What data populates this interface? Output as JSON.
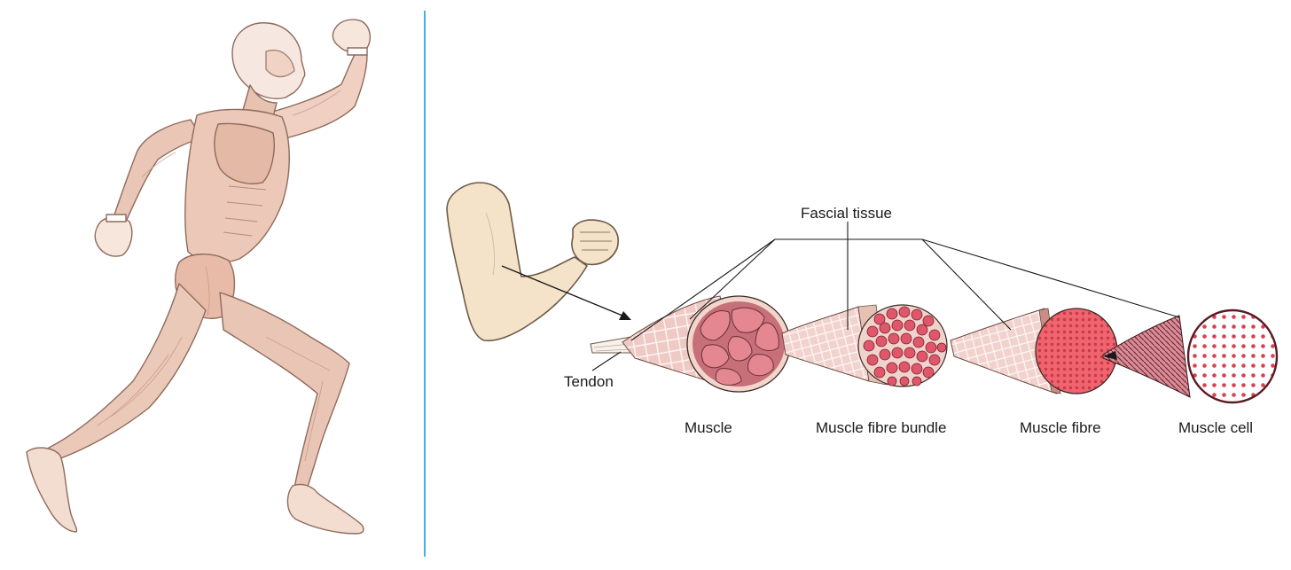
{
  "labels": {
    "fascial_tissue": "Fascial tissue",
    "tendon": "Tendon",
    "muscle": "Muscle",
    "muscle_fibre_bundle": "Muscle fibre bundle",
    "muscle_fibre": "Muscle fibre",
    "muscle_cell": "Muscle cell"
  },
  "colors": {
    "skin": "#f3ddd0",
    "muscle_tone": "#e9c2b2",
    "muscle_line": "#c99a88",
    "arm_skin": "#f5e3c9",
    "cross_section": "#d9707a",
    "fibre_red": "#e8525f",
    "divider": "#3fb3e6",
    "line": "#1a1a1a"
  },
  "icons": {
    "runner": "running-muscular-figure-icon",
    "arm": "flexed-arm-icon"
  }
}
